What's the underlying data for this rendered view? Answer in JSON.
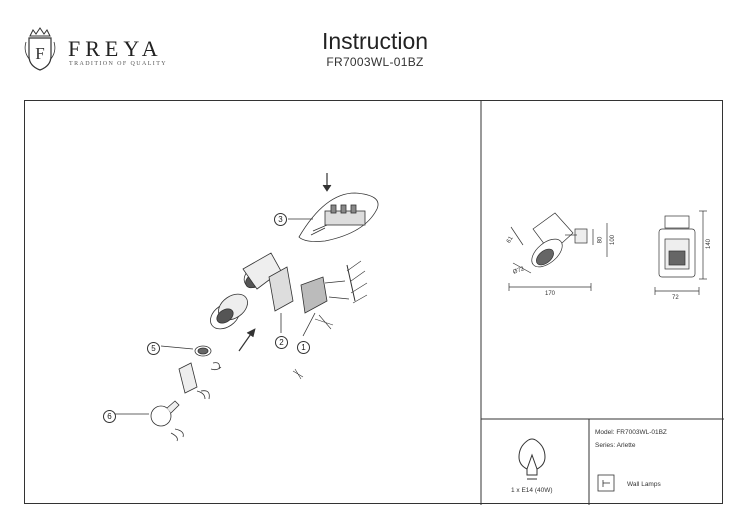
{
  "brand": {
    "name": "FREYA",
    "tagline": "TRADITION OF QUALITY",
    "crest_letter": "F"
  },
  "header": {
    "title": "Instruction",
    "model_code": "FR7003WL-01BZ"
  },
  "assembly": {
    "callouts": [
      "1",
      "2",
      "3",
      "5",
      "6"
    ]
  },
  "dimensions": {
    "front": {
      "width": "170",
      "height_a": "80",
      "height_b": "100",
      "diag_a": "61",
      "diag_b": "Ø72"
    },
    "side": {
      "height": "140",
      "width": "72"
    }
  },
  "info": {
    "bulb_spec": "1 x E14 (40W)",
    "model": "Model: FR7003WL-01BZ",
    "series": "Series: Arlette",
    "category": "Wall Lamps"
  }
}
